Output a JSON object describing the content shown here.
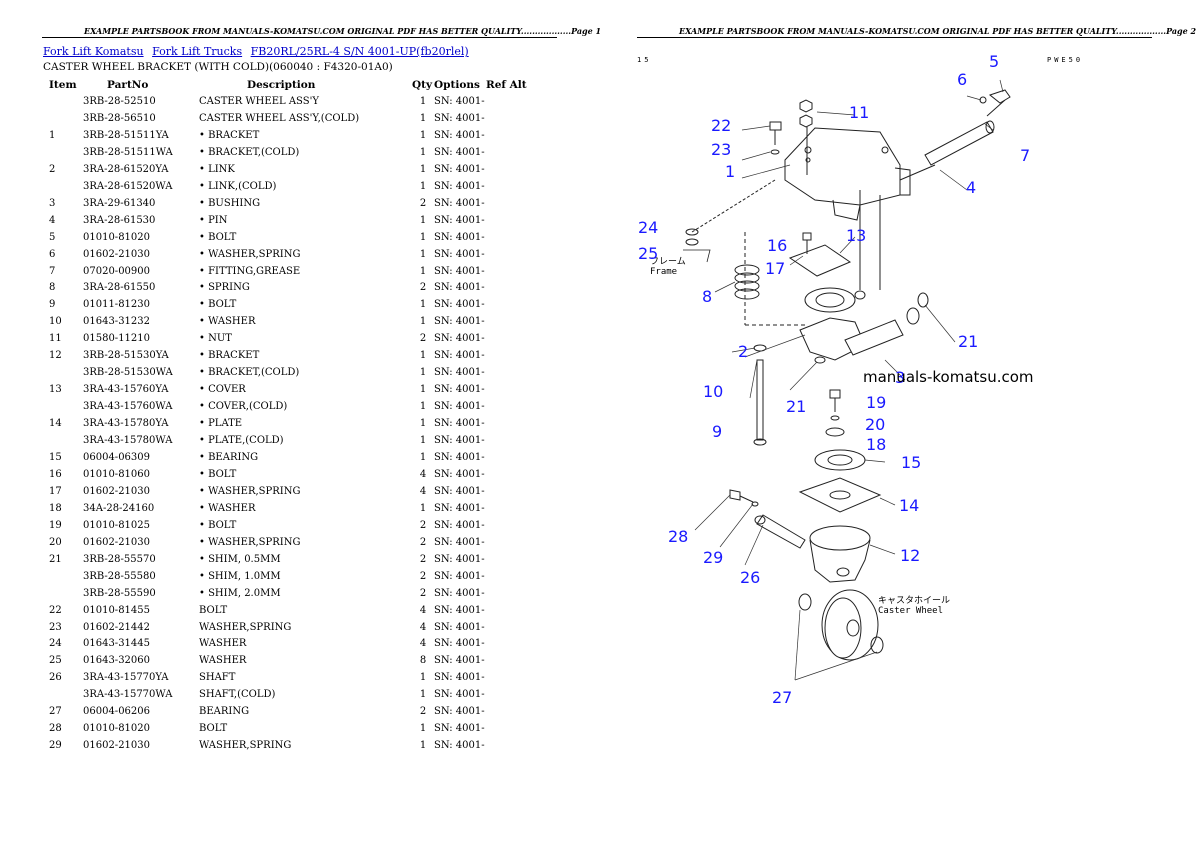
{
  "header_left": "EXAMPLE PARTSBOOK FROM MANUALS-KOMATSU.COM ORIGINAL PDF HAS BETTER QUALITY..................Page 1",
  "header_right": "EXAMPLE PARTSBOOK FROM MANUALS-KOMATSU.COM ORIGINAL PDF HAS BETTER QUALITY..................Page 2",
  "breadcrumbs": [
    "Fork Lift Komatsu",
    "Fork Lift Trucks",
    "FB20RL/25RL-4 S/N 4001-UP(fb20rlel)"
  ],
  "subtitle": "CASTER WHEEL BRACKET (WITH COLD)(060040 : F4320-01A0)",
  "columns": {
    "item": "Item",
    "partno": "PartNo",
    "desc": "Description",
    "qty": "Qty",
    "options": "Options",
    "ref": "Ref Alt"
  },
  "rows": [
    {
      "item": "",
      "partno": "3RB-28-52510",
      "desc": "CASTER WHEEL ASS'Y",
      "qty": "1",
      "opt": "SN: 4001-"
    },
    {
      "item": "",
      "partno": "3RB-28-56510",
      "desc": "CASTER WHEEL ASS'Y,(COLD)",
      "qty": "1",
      "opt": "SN: 4001-"
    },
    {
      "item": "1",
      "partno": "3RB-28-51511YA",
      "desc": "• BRACKET",
      "qty": "1",
      "opt": "SN: 4001-"
    },
    {
      "item": "",
      "partno": "3RB-28-51511WA",
      "desc": "• BRACKET,(COLD)",
      "qty": "1",
      "opt": "SN: 4001-"
    },
    {
      "item": "2",
      "partno": "3RA-28-61520YA",
      "desc": "• LINK",
      "qty": "1",
      "opt": "SN: 4001-"
    },
    {
      "item": "",
      "partno": "3RA-28-61520WA",
      "desc": "• LINK,(COLD)",
      "qty": "1",
      "opt": "SN: 4001-"
    },
    {
      "item": "3",
      "partno": "3RA-29-61340",
      "desc": "• BUSHING",
      "qty": "2",
      "opt": "SN: 4001-"
    },
    {
      "item": "4",
      "partno": "3RA-28-61530",
      "desc": "• PIN",
      "qty": "1",
      "opt": "SN: 4001-"
    },
    {
      "item": "5",
      "partno": "01010-81020",
      "desc": "• BOLT",
      "qty": "1",
      "opt": "SN: 4001-"
    },
    {
      "item": "6",
      "partno": "01602-21030",
      "desc": "• WASHER,SPRING",
      "qty": "1",
      "opt": "SN: 4001-"
    },
    {
      "item": "7",
      "partno": "07020-00900",
      "desc": "• FITTING,GREASE",
      "qty": "1",
      "opt": "SN: 4001-"
    },
    {
      "item": "8",
      "partno": "3RA-28-61550",
      "desc": "• SPRING",
      "qty": "2",
      "opt": "SN: 4001-"
    },
    {
      "item": "9",
      "partno": "01011-81230",
      "desc": "• BOLT",
      "qty": "1",
      "opt": "SN: 4001-"
    },
    {
      "item": "10",
      "partno": "01643-31232",
      "desc": "• WASHER",
      "qty": "1",
      "opt": "SN: 4001-"
    },
    {
      "item": "11",
      "partno": "01580-11210",
      "desc": "• NUT",
      "qty": "2",
      "opt": "SN: 4001-"
    },
    {
      "item": "12",
      "partno": "3RB-28-51530YA",
      "desc": "• BRACKET",
      "qty": "1",
      "opt": "SN: 4001-"
    },
    {
      "item": "",
      "partno": "3RB-28-51530WA",
      "desc": "• BRACKET,(COLD)",
      "qty": "1",
      "opt": "SN: 4001-"
    },
    {
      "item": "13",
      "partno": "3RA-43-15760YA",
      "desc": "• COVER",
      "qty": "1",
      "opt": "SN: 4001-"
    },
    {
      "item": "",
      "partno": "3RA-43-15760WA",
      "desc": "• COVER,(COLD)",
      "qty": "1",
      "opt": "SN: 4001-"
    },
    {
      "item": "14",
      "partno": "3RA-43-15780YA",
      "desc": "• PLATE",
      "qty": "1",
      "opt": "SN: 4001-"
    },
    {
      "item": "",
      "partno": "3RA-43-15780WA",
      "desc": "• PLATE,(COLD)",
      "qty": "1",
      "opt": "SN: 4001-"
    },
    {
      "item": "15",
      "partno": "06004-06309",
      "desc": "• BEARING",
      "qty": "1",
      "opt": "SN: 4001-"
    },
    {
      "item": "16",
      "partno": "01010-81060",
      "desc": "• BOLT",
      "qty": "4",
      "opt": "SN: 4001-"
    },
    {
      "item": "17",
      "partno": "01602-21030",
      "desc": "• WASHER,SPRING",
      "qty": "4",
      "opt": "SN: 4001-"
    },
    {
      "item": "18",
      "partno": "34A-28-24160",
      "desc": "• WASHER",
      "qty": "1",
      "opt": "SN: 4001-"
    },
    {
      "item": "19",
      "partno": "01010-81025",
      "desc": "• BOLT",
      "qty": "2",
      "opt": "SN: 4001-"
    },
    {
      "item": "20",
      "partno": "01602-21030",
      "desc": "• WASHER,SPRING",
      "qty": "2",
      "opt": "SN: 4001-"
    },
    {
      "item": "21",
      "partno": "3RB-28-55570",
      "desc": "• SHIM, 0.5MM",
      "qty": "2",
      "opt": "SN: 4001-"
    },
    {
      "item": "",
      "partno": "3RB-28-55580",
      "desc": "• SHIM, 1.0MM",
      "qty": "2",
      "opt": "SN: 4001-"
    },
    {
      "item": "",
      "partno": "3RB-28-55590",
      "desc": "• SHIM, 2.0MM",
      "qty": "2",
      "opt": "SN: 4001-"
    },
    {
      "item": "22",
      "partno": "01010-81455",
      "desc": "BOLT",
      "qty": "4",
      "opt": "SN: 4001-"
    },
    {
      "item": "23",
      "partno": "01602-21442",
      "desc": "WASHER,SPRING",
      "qty": "4",
      "opt": "SN: 4001-"
    },
    {
      "item": "24",
      "partno": "01643-31445",
      "desc": "WASHER",
      "qty": "4",
      "opt": "SN: 4001-"
    },
    {
      "item": "25",
      "partno": "01643-32060",
      "desc": "WASHER",
      "qty": "8",
      "opt": "SN: 4001-"
    },
    {
      "item": "26",
      "partno": "3RA-43-15770YA",
      "desc": "SHAFT",
      "qty": "1",
      "opt": "SN: 4001-"
    },
    {
      "item": "",
      "partno": "3RA-43-15770WA",
      "desc": "SHAFT,(COLD)",
      "qty": "1",
      "opt": "SN: 4001-"
    },
    {
      "item": "27",
      "partno": "06004-06206",
      "desc": "BEARING",
      "qty": "2",
      "opt": "SN: 4001-"
    },
    {
      "item": "28",
      "partno": "01010-81020",
      "desc": "BOLT",
      "qty": "1",
      "opt": "SN: 4001-"
    },
    {
      "item": "29",
      "partno": "01602-21030",
      "desc": "WASHER,SPRING",
      "qty": "1",
      "opt": "SN: 4001-"
    }
  ],
  "diagram": {
    "code_left": "15",
    "code_right": "PWE50",
    "watermark": "manuals-komatsu.com",
    "frame_jp": "フレーム",
    "frame_en": "Frame",
    "caster_jp": "キャスタホイール",
    "caster_en": "Caster Wheel",
    "callouts": [
      "1",
      "2",
      "3",
      "4",
      "5",
      "6",
      "7",
      "8",
      "9",
      "10",
      "11",
      "12",
      "13",
      "14",
      "15",
      "16",
      "17",
      "18",
      "19",
      "20",
      "21",
      "21",
      "22",
      "23",
      "24",
      "25",
      "26",
      "27",
      "28",
      "29"
    ],
    "callout_color": "#1a1aff"
  }
}
